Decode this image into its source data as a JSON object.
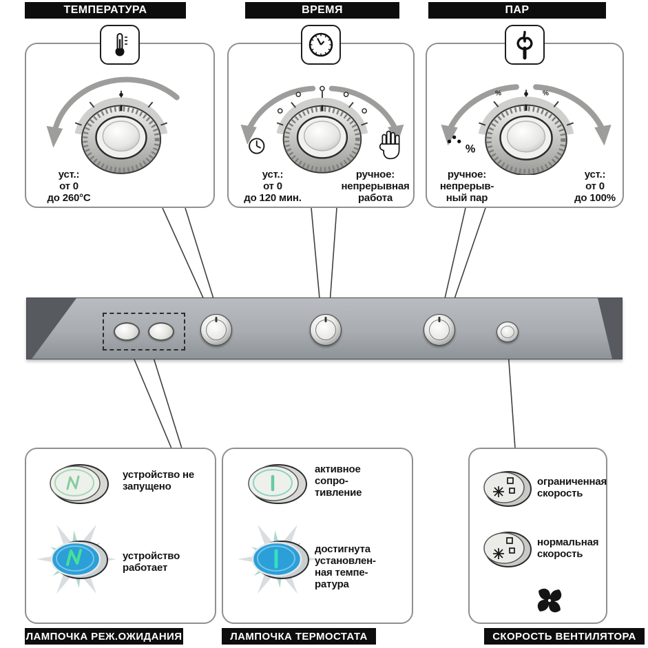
{
  "colors": {
    "header_bg": "#0d0d0d",
    "header_fg": "#ffffff",
    "panel_gray": "#a9adb2",
    "lamp_on_blue": "#2b9fd8",
    "glyph_green": "#46e293",
    "callout_border": "#8f8f8f"
  },
  "top_sections": [
    {
      "header": "ТЕМПЕРАТУРА",
      "set_label": "уст.:\nот 0\nдо 260°C"
    },
    {
      "header": "ВРЕМЯ",
      "set_label": "уст.:\nот 0\nдо 120 мин.",
      "manual_label": "ручное:\nнепрерывная\nработа"
    },
    {
      "header": "ПАР",
      "manual_label": "ручное:\nнепрерыв-\nный пар",
      "set_label": "уст.:\nот 0\nдо 100%"
    }
  ],
  "icons": {
    "steam_percent": "%"
  },
  "bottom_sections": [
    {
      "header": "ЛАМПОЧКА РЕЖ.ОЖИДАНИЯ",
      "items": [
        {
          "label": "устройство не\nзапущено"
        },
        {
          "label": "устройство\nработает"
        }
      ]
    },
    {
      "header": "ЛАМПОЧКА ТЕРМОСТАТА",
      "items": [
        {
          "label": "активное\nсопро-\nтивление"
        },
        {
          "label": "достигнута\nустановлен-\nная темпе-\nратура"
        }
      ]
    },
    {
      "header": "СКОРОСТЬ ВЕНТИЛЯТОРА",
      "items": [
        {
          "label": "ограниченная\nскорость"
        },
        {
          "label": "нормальная\nскорость"
        }
      ]
    }
  ]
}
